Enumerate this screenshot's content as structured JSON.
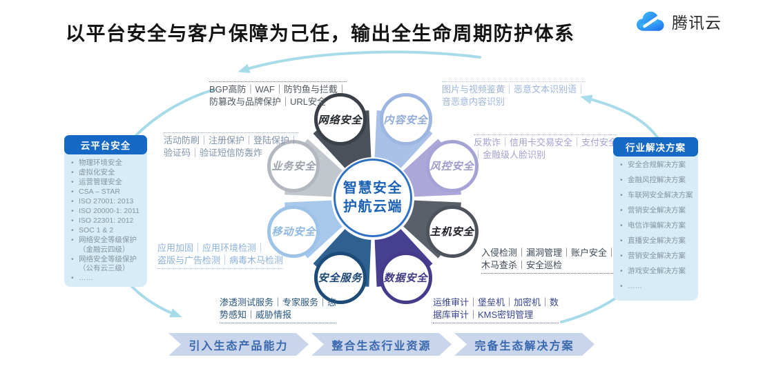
{
  "title": "以平台安全与客户保障为己任，输出全生命周期防护体系",
  "logo": {
    "brand": "腾讯云"
  },
  "decor": {
    "arc": "#a7dbe9"
  },
  "center": {
    "line1": "智慧安全",
    "line2": "护航云端",
    "text_color": "#1a61b5",
    "ring_color": "#2e70c3"
  },
  "wheel": [
    {
      "label": "网络安全",
      "sector": "#4a515b",
      "ring": "#3a4047",
      "text": "#23262b"
    },
    {
      "label": "内容安全",
      "sector": "#a9c1e7",
      "ring": "#9cb6e1",
      "text": "#90abd9"
    },
    {
      "label": "风控安全",
      "sector": "#aba8d9",
      "ring": "#a5a2d5",
      "text": "#9e9bce"
    },
    {
      "label": "主机安全",
      "sector": "#596069",
      "ring": "#4c535c",
      "text": "#1b1e24"
    },
    {
      "label": "数据安全",
      "sector": "#473f8f",
      "ring": "#443c8b",
      "text": "#3f3a87"
    },
    {
      "label": "安全服务",
      "sector": "#2e618f",
      "ring": "#1d4b78",
      "text": "#1a4573"
    },
    {
      "label": "移动安全",
      "sector": "#a7c8ea",
      "ring": "#9dc3e8",
      "text": "#8db8e2"
    },
    {
      "label": "业务安全",
      "sector": "#c2c6cd",
      "ring": "#b3b7bf",
      "text": "#9aa0a9"
    }
  ],
  "notes": [
    {
      "line1": "BGP高防｜WAF｜防钓鱼与拦截｜",
      "line2": "防篡改与品牌保护｜URL安全",
      "color": "#51585f"
    },
    {
      "line1": "图片与视频鉴黄｜恶意文本识别语｜",
      "line2": "音恶意内容识别",
      "color": "#9db4dd"
    },
    {
      "line1": "活动防刷｜注册保护｜登陆保护｜",
      "line2": "验证码｜验证短信防轰炸",
      "color": "#8093ac"
    },
    {
      "line1": "反欺诈｜信用卡交易安全｜支付安全",
      "line2": "｜金融级人脸识别",
      "color": "#a3a0d3"
    },
    {
      "line1": "应用加固｜应用环境检测｜",
      "line2": "盗版与广告检测｜病毒木马检测",
      "color": "#8bb1da"
    },
    {
      "line1": "入侵检测｜漏洞管理｜账户安全｜",
      "line2": "木马查杀｜安全巡检",
      "color": "#3e4956"
    },
    {
      "line1": "渗透测试服务｜专家服务｜态",
      "line2": "势感知｜威胁情报",
      "color": "#27547f"
    },
    {
      "line1": "运维审计｜堡垒机｜加密机｜数",
      "line2": "据库审计｜KMS密钥管理",
      "color": "#3a468e"
    }
  ],
  "left_panel": {
    "header": "云平台安全",
    "items": [
      "物理环境安全",
      "虚拟化安全",
      "运营管理安全",
      "CSA – STAR",
      "ISO 27001: 2013",
      "ISO 20000-1: 2011",
      "ISO 22301: 2012",
      "SOC 1 & 2",
      "网络安全等级保护（金融云四级）",
      "网络安全等级保护（公有云三级）",
      "……"
    ]
  },
  "right_panel": {
    "header": "行业解决方案",
    "items": [
      "安全合规解决方案",
      "金融风控解决方案",
      "车联网安全解决方案",
      "营销安全解决方案",
      "电信诈骗解决方案",
      "直播安全解决方案",
      "营销安全解决方案",
      "游戏安全解决方案",
      "……"
    ]
  },
  "chevrons": [
    "引入生态产品能力",
    "整合生态行业资源",
    "完备生态解决方案"
  ]
}
